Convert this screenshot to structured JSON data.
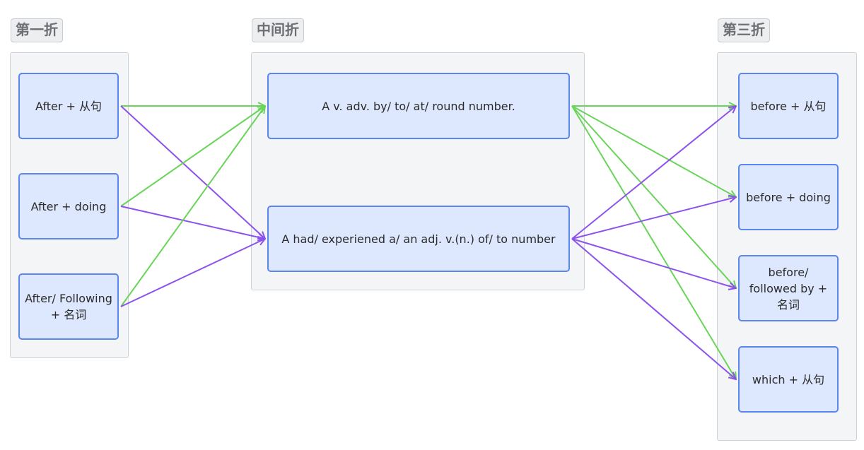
{
  "groups": {
    "left": {
      "title": "第一折"
    },
    "middle": {
      "title": "中间折"
    },
    "right": {
      "title": "第三折"
    }
  },
  "nodes": {
    "l1": "After + 从句",
    "l2": "After + doing",
    "l3": "After/ Following + 名词",
    "m1": "A v. adv. by/ to/ at/ round number.",
    "m2": "A had/ experiened a/ an adj. v.(n.) of/ to number",
    "r1": "before + 从句",
    "r2": "before + doing",
    "r3": "before/ followed by + 名词",
    "r4": "which + 从句"
  },
  "colors": {
    "green": "#6ad45a",
    "purple": "#8d52ec",
    "node_border": "#5b86ee",
    "node_fill": "#dde7fd"
  },
  "edges": [
    {
      "from": "l1",
      "to": "m1",
      "color": "green"
    },
    {
      "from": "l1",
      "to": "m2",
      "color": "purple"
    },
    {
      "from": "l2",
      "to": "m1",
      "color": "green"
    },
    {
      "from": "l2",
      "to": "m2",
      "color": "purple"
    },
    {
      "from": "l3",
      "to": "m1",
      "color": "green"
    },
    {
      "from": "l3",
      "to": "m2",
      "color": "purple"
    },
    {
      "from": "m1",
      "to": "r1",
      "color": "green"
    },
    {
      "from": "m1",
      "to": "r2",
      "color": "green"
    },
    {
      "from": "m1",
      "to": "r3",
      "color": "green"
    },
    {
      "from": "m1",
      "to": "r4",
      "color": "green"
    },
    {
      "from": "m2",
      "to": "r1",
      "color": "purple"
    },
    {
      "from": "m2",
      "to": "r2",
      "color": "purple"
    },
    {
      "from": "m2",
      "to": "r3",
      "color": "purple"
    },
    {
      "from": "m2",
      "to": "r4",
      "color": "purple"
    }
  ]
}
